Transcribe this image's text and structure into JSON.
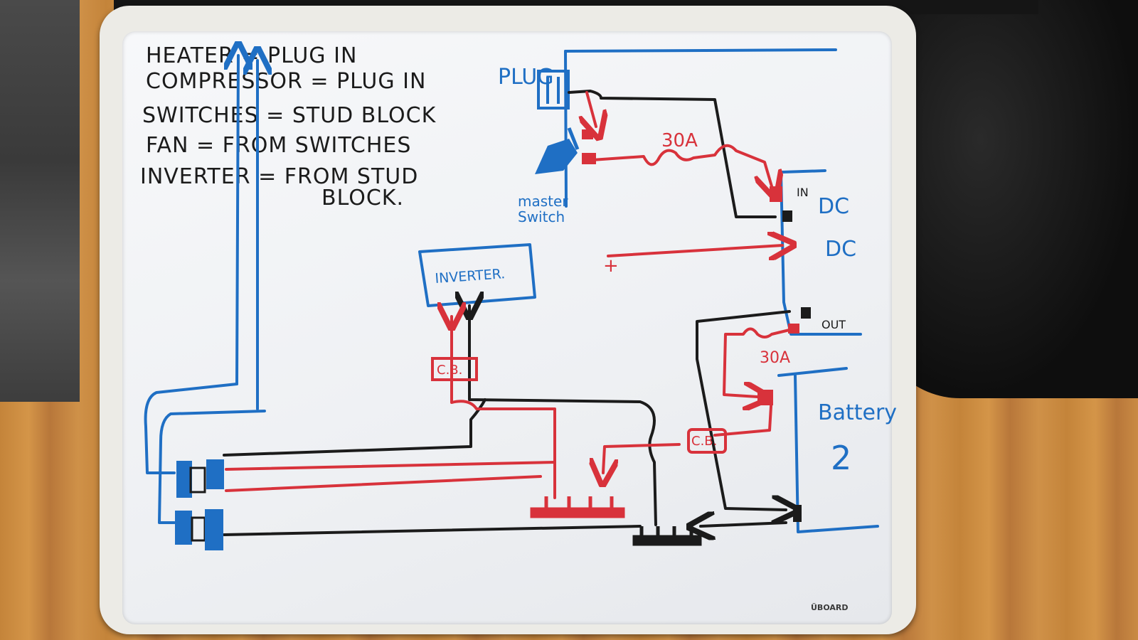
{
  "notes": [
    "HEATER = PLUG IN",
    "COMPRESSOR = PLUG IN",
    "SWITCHES = STUD BLOCK",
    "FAN = FROM SWITCHES",
    "INVERTER = FROM STUD",
    "BLOCK."
  ],
  "labels": {
    "plug": "PLUG",
    "master_switch_1": "master",
    "master_switch_2": "Switch",
    "fuse_top": "30A",
    "fuse_bottom": "30A",
    "dc_in": "IN",
    "dc_1": "DC",
    "dc_2": "DC",
    "plus": "+",
    "out": "OUT",
    "inverter": "INVERTER.",
    "cb_left": "C.B.",
    "cb_right": "C.B.",
    "battery_1": "Battery",
    "battery_2": "2",
    "brand": "ÜBOARD"
  },
  "colors": {
    "red_marker": "#d8323b",
    "blue_marker": "#1f6fc4",
    "black_marker": "#1b1b1b"
  }
}
